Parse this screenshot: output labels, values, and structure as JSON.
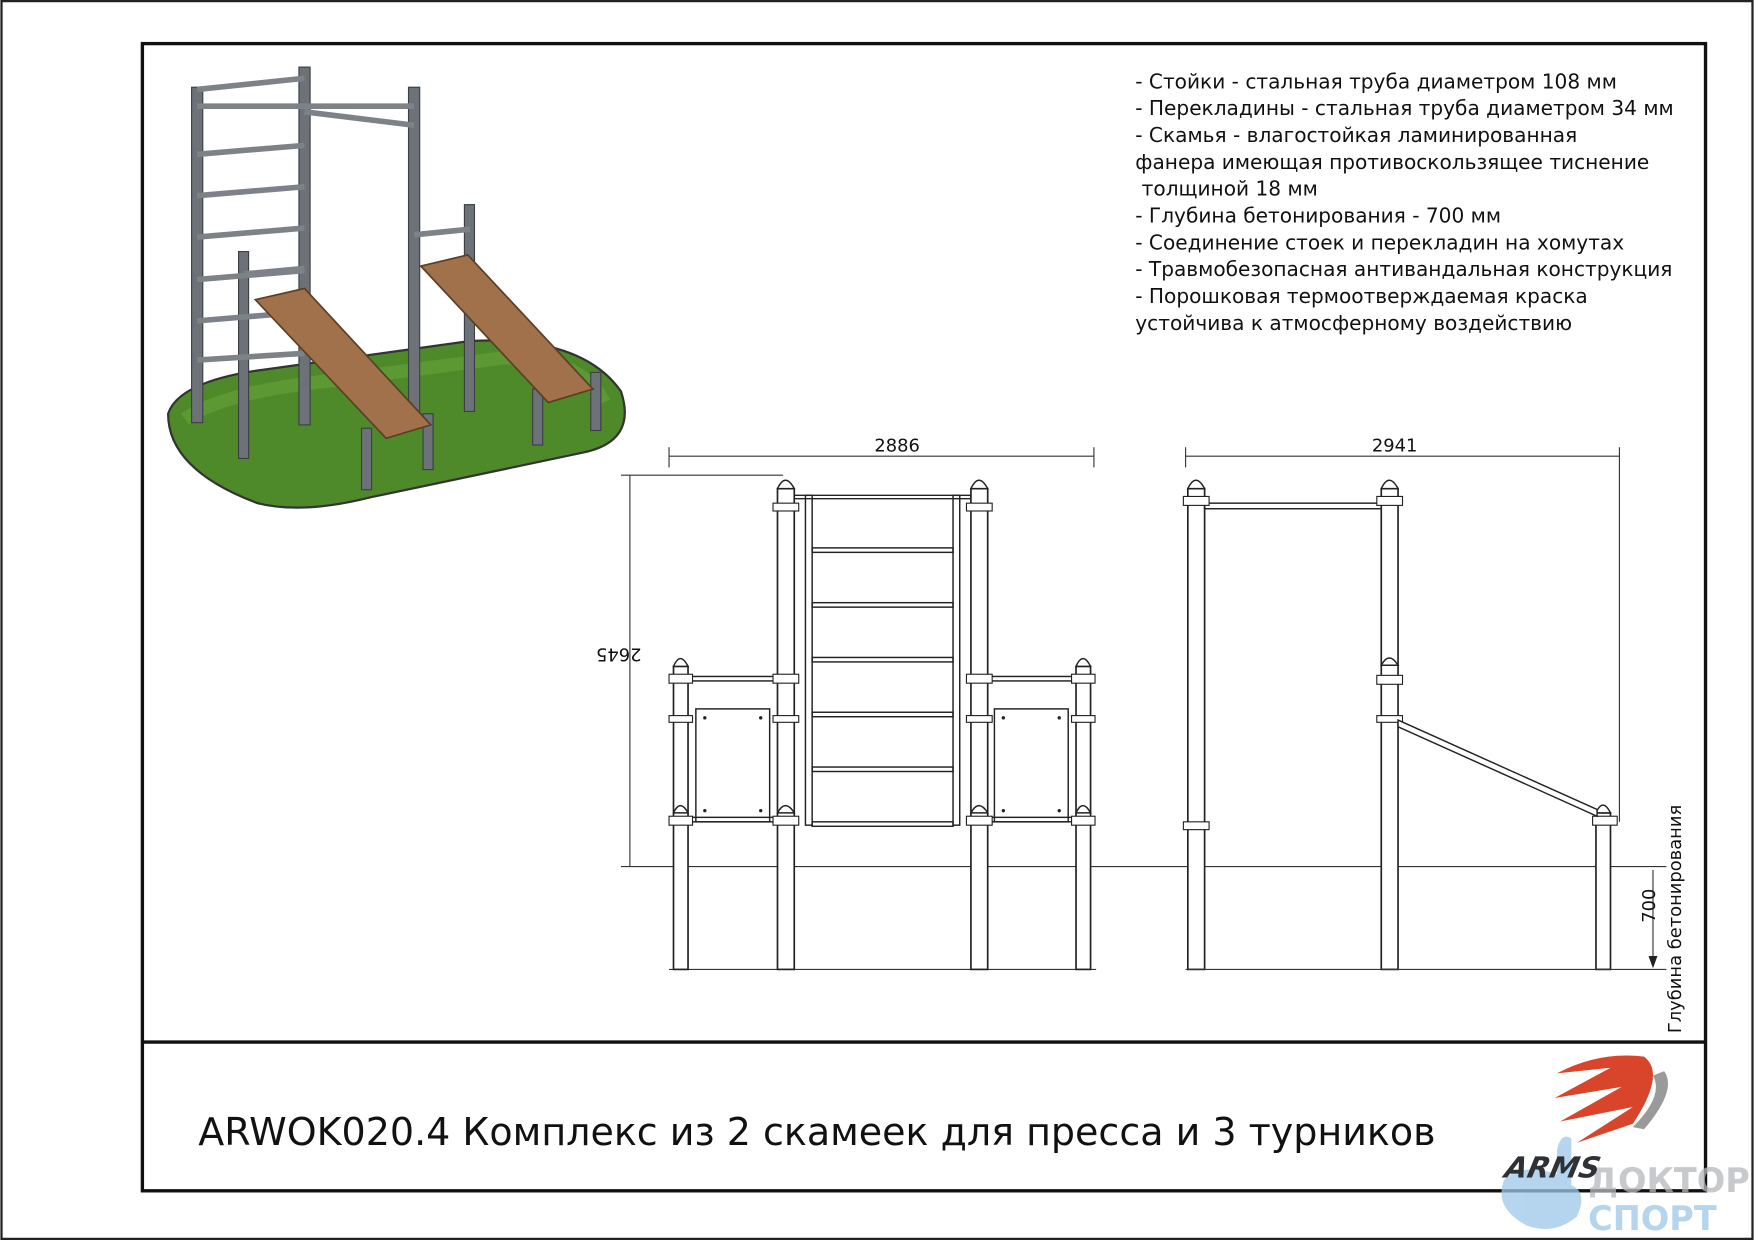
{
  "specs": [
    "- Стойки - стальная труба диаметром 108 мм",
    "- Перекладины - стальная труба диаметром 34 мм",
    "- Скамья - влагостойкая ламинированная",
    "фанера имеющая противоскользящее тиснение",
    " толщиной 18 мм",
    "- Глубина бетонирования - 700 мм",
    "- Соединение стоек и перекладин на хомутах",
    "- Травмобезопасная антивандальная конструкция",
    "- Порошковая термоотверждаемая краска",
    "устойчива к атмосферному воздействию"
  ],
  "dimensions": {
    "front_width": "2886",
    "height": "2645",
    "side_width": "2941",
    "depth": "700",
    "depth_label": "Глубина бетонирования"
  },
  "title": "ARWOK020.4 Комплекс из 2 скамеек для пресса и 3 турников",
  "logo": {
    "brand": "ARMS",
    "watermark_line1": "ДОКТОР",
    "watermark_line2": "СПОРТ"
  },
  "colors": {
    "logo_red": "#d9452b",
    "grass": "#4f8a2a",
    "bench": "#a0714a",
    "steel": "#6d7278",
    "watermark": "#9cc8e8"
  }
}
